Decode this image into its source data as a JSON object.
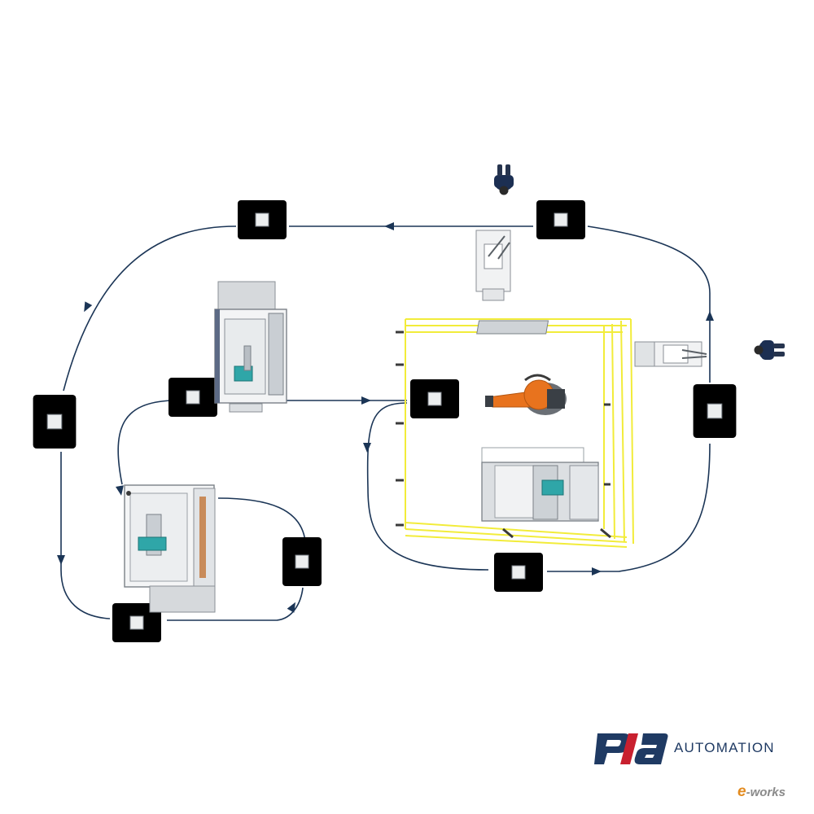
{
  "logo": {
    "mark": "pia",
    "text": "AUTOMATION",
    "colors": {
      "navy": "#1f3a63",
      "red": "#c8202f"
    }
  },
  "watermark": {
    "prefix": "e",
    "text": "-works"
  },
  "colors": {
    "flow": "#1b3556",
    "safety_fence": "#f2ec3a",
    "robot": "#e8731e",
    "workpiece": "#2fa6a8",
    "machine_panel": "#dcdfe2"
  },
  "icons": [
    "workpiece-pallet-icon",
    "operator-icon",
    "machining-cell-icon",
    "robot-arm-icon",
    "safety-fence-icon",
    "manual-workstation-icon"
  ]
}
